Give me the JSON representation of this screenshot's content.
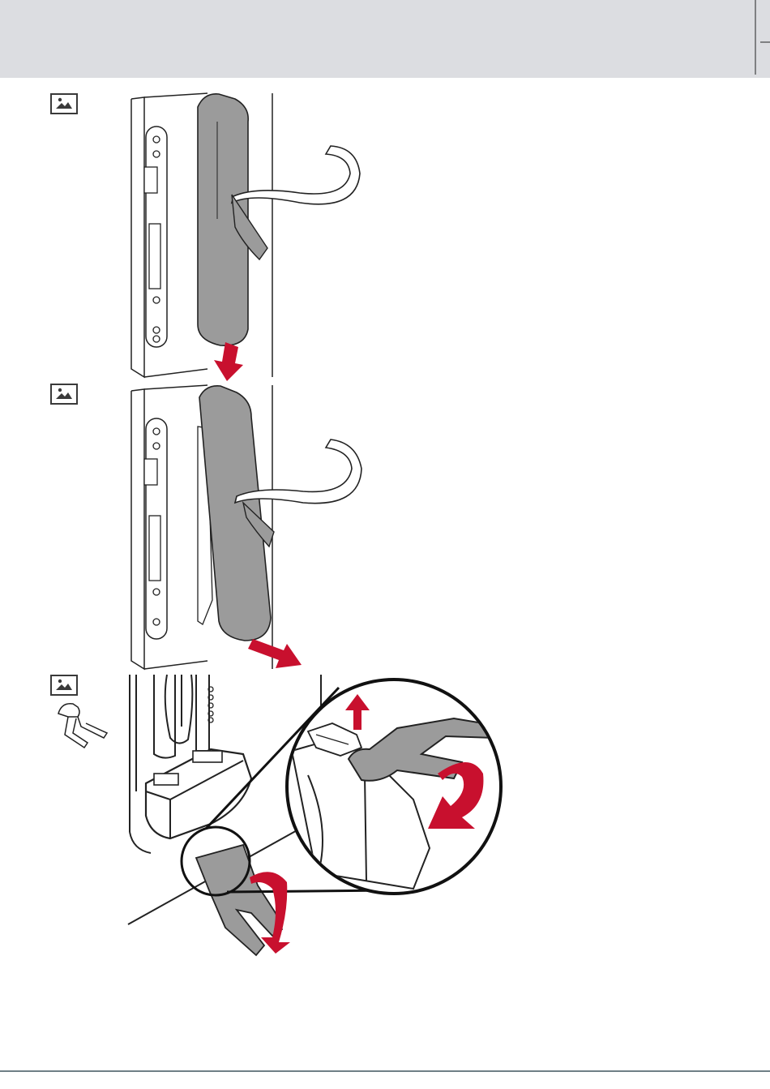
{
  "page": {
    "header_band_color": "#dcdde1",
    "accent_red": "#c8102e",
    "cover_gray": "#9b9b9b"
  },
  "steps": [
    {
      "icon": "image-icon",
      "illustration": "remove-outer-cover-down"
    },
    {
      "icon": "image-icon",
      "illustration": "tilt-outer-cover-out"
    },
    {
      "icon": "image-icon",
      "tool_icon": "battery-cover-tool-icon",
      "illustration": "release-battery-with-tool"
    }
  ]
}
